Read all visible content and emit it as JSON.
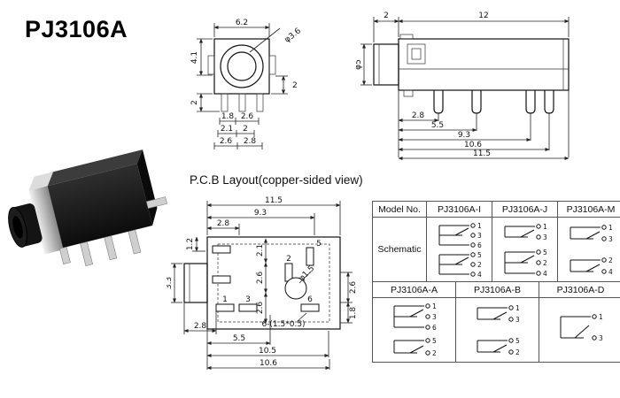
{
  "title": "PJ3106A",
  "labels": {
    "pcb_layout": "P.C.B Layout(copper-sided view)",
    "model_no": "Model No.",
    "schematic": "Schematic"
  },
  "front_view": {
    "width": "6.2",
    "hole_dia": "φ3.6",
    "height": "4.1",
    "right_height": "2",
    "pin_length": "2",
    "row1_left": "1.8",
    "row1_right": "2.6",
    "row2_left": "2.1",
    "row2_right": "2",
    "row3_left": "2.6",
    "row3_right": "2.8"
  },
  "side_view": {
    "barrel_length": "2",
    "body_length": "12",
    "barrel_dia": "φ5",
    "pin1": "2.8",
    "pin2": "5.5",
    "pin3": "9.3",
    "pin4": "10.6",
    "total": "11.5"
  },
  "pcb": {
    "width_total": "11.5",
    "width_inner": "9.3",
    "top_left_offset": "2.8",
    "edge_offset": "1.2",
    "barrel_height": "3.3",
    "bottom_left_offset": "2.8",
    "mid_v1": "2.1",
    "mid_v2": "2.6",
    "mid_v3": "2.6",
    "hole_dia": "φ1.5",
    "right_v1": "2.6",
    "right_v2": "1.8",
    "pad1": "1",
    "pad2": "2",
    "pad3": "3",
    "pad5": "5",
    "pad6": "6",
    "slot_note": "6-(1.5*0.5)",
    "bottom1": "5.5",
    "bottom2": "10.5",
    "bottom3": "10.6"
  },
  "table": {
    "row1_models": [
      "PJ3106A-I",
      "PJ3106A-J",
      "PJ3106A-M"
    ],
    "row2_models": [
      "PJ3106A-A",
      "PJ3106A-B",
      "PJ3106A-D"
    ],
    "schematics": {
      "I": {
        "pins": [
          "1",
          "3",
          "6",
          "5",
          "2",
          "4"
        ]
      },
      "J": {
        "pins": [
          "1",
          "3",
          "5",
          "2",
          "4"
        ]
      },
      "M": {
        "pins": [
          "1",
          "3",
          "2",
          "4"
        ]
      },
      "A": {
        "pins": [
          "1",
          "3",
          "6",
          "5",
          "2"
        ]
      },
      "B": {
        "pins": [
          "1",
          "3",
          "5",
          "2"
        ]
      },
      "D": {
        "pins": [
          "1",
          "3"
        ]
      }
    }
  }
}
